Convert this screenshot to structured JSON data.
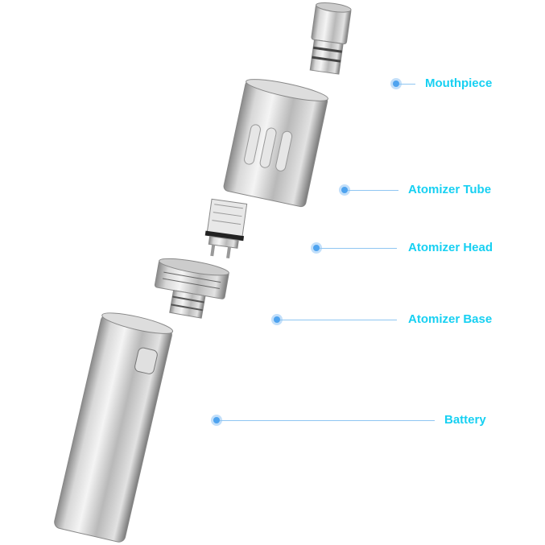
{
  "parts": [
    {
      "id": "mouthpiece",
      "label": "Mouthpiece"
    },
    {
      "id": "atomizer-tube",
      "label": "Atomizer Tube"
    },
    {
      "id": "atomizer-head",
      "label": "Atomizer Head"
    },
    {
      "id": "atomizer-base",
      "label": "Atomizer Base"
    },
    {
      "id": "battery",
      "label": "Battery"
    }
  ],
  "colors": {
    "label": "#17d0f2",
    "dot": "#4ea3ef",
    "line": "#8fc6f2"
  }
}
